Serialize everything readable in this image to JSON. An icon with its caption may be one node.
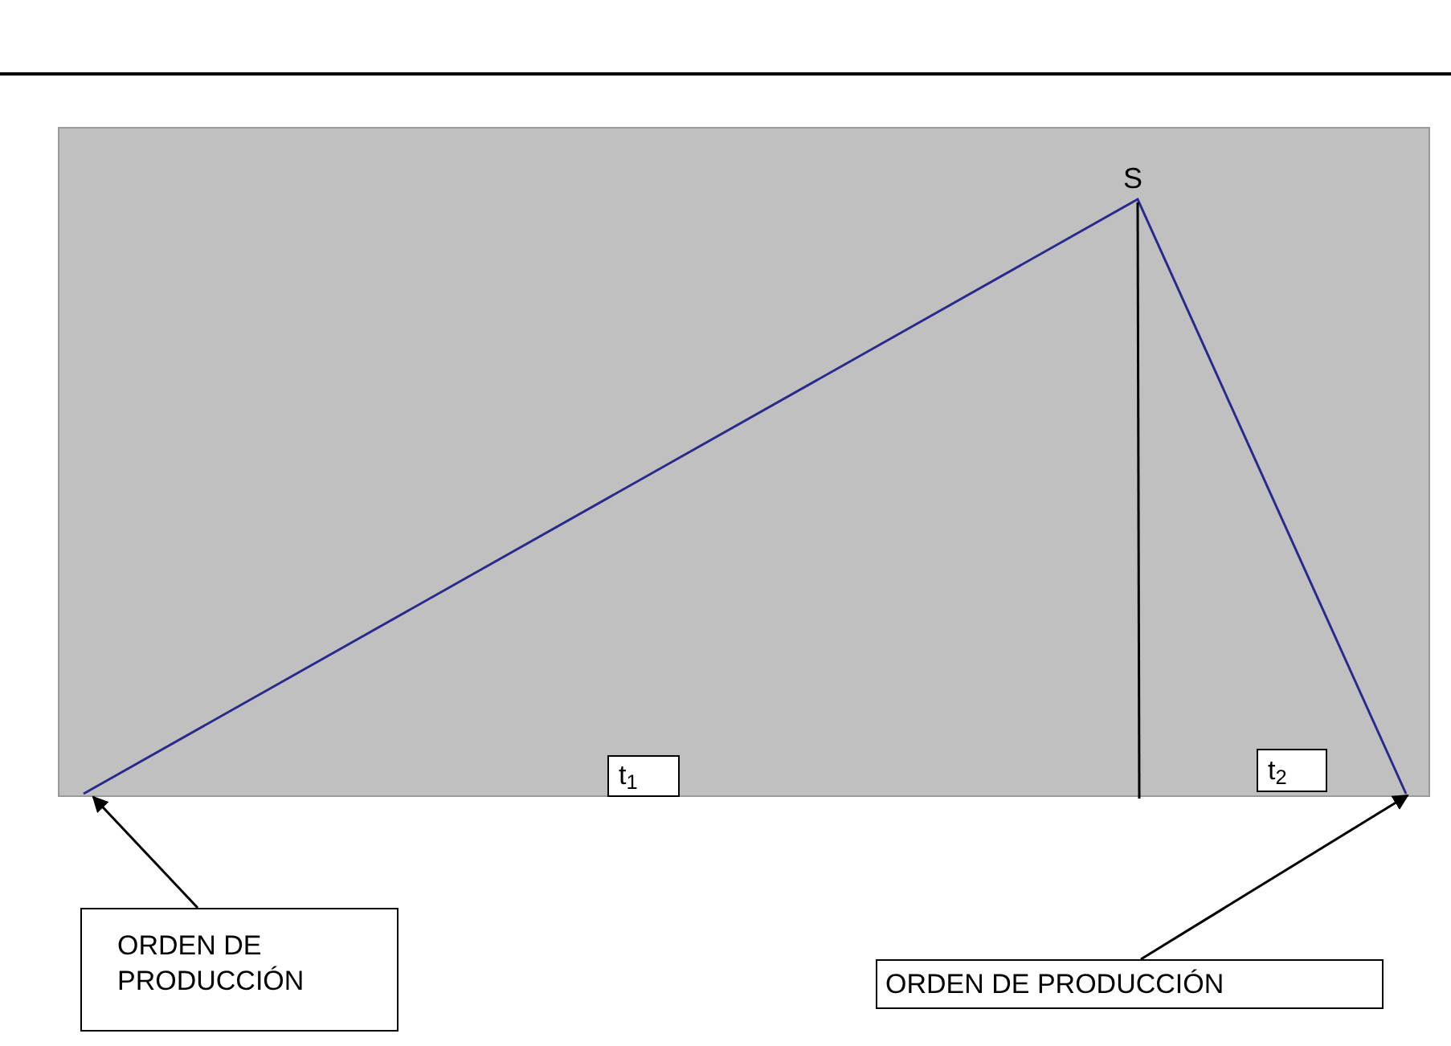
{
  "diagram": {
    "nodes": [
      {
        "text": [
          "t$_{1}$"
        ]
      },
      {
        "text": [
          "t$_{2}$"
        ]
      },
      {
        "text": [
          "ORDEN DE PRODUCCIÓN"
        ]
      },
      {
        "text": [
          "ORDEN DE PRODUCCIÓN"
        ]
      }
    ],
    "edges": [
      {
        "from": 2,
        "to": null,
        "arrow": "to"
      },
      {
        "from": 3,
        "to": null,
        "arrow": "to"
      }
    ],
    "labels": [
      "S"
    ]
  }
}
